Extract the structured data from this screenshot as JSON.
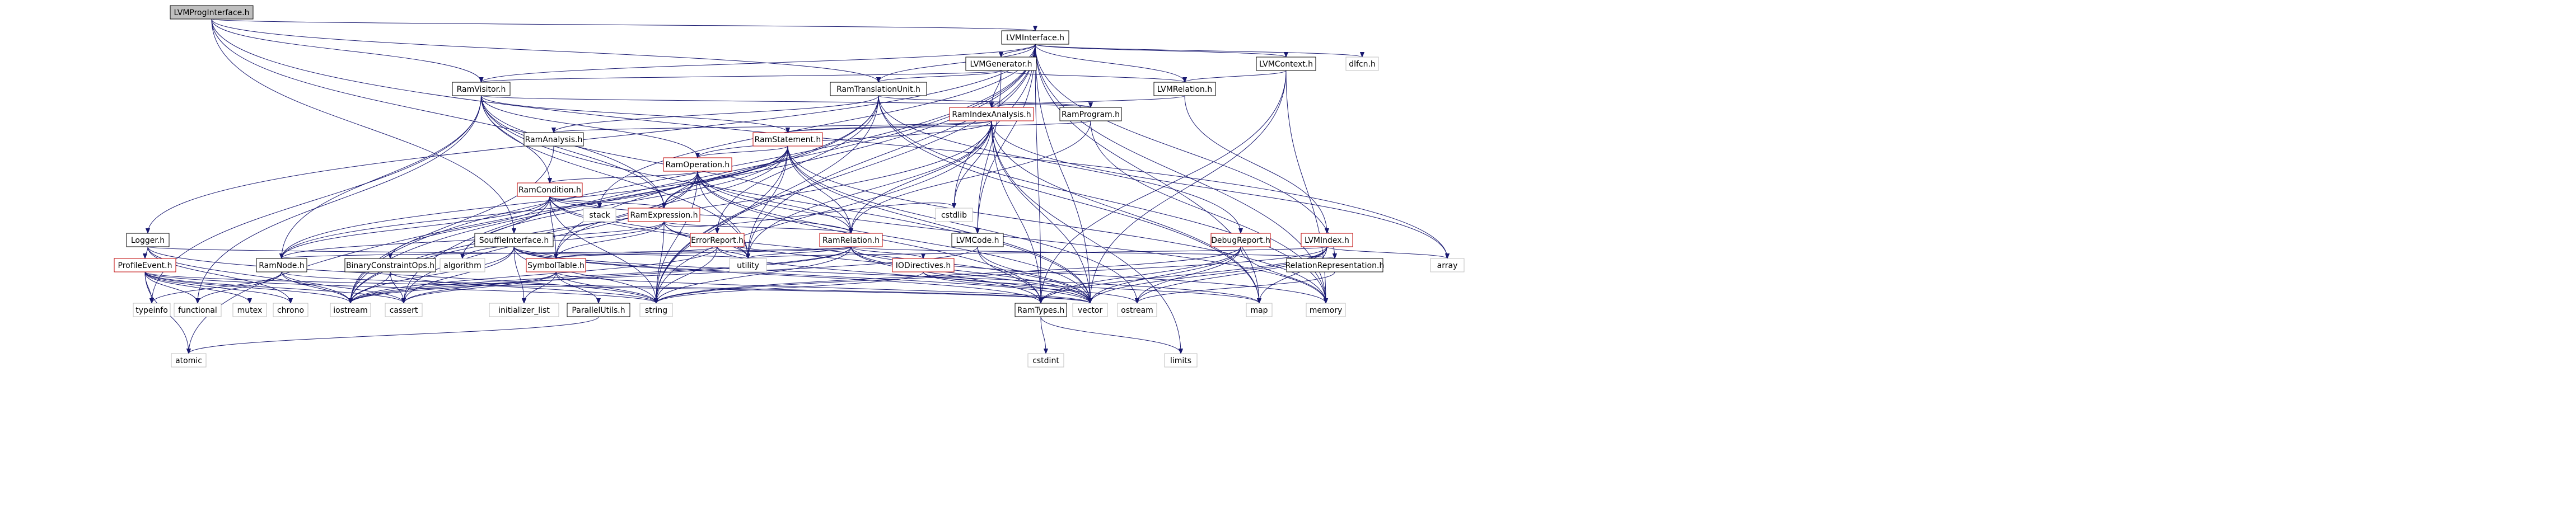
{
  "colors": {
    "root_fill": "#bfbfbf",
    "node_fill": "#ffffff",
    "stroke_red": "#bf0000",
    "stroke_black": "#000000",
    "stroke_grey": "#bfbfbf",
    "edge_blue": "#191970",
    "text": "#000000"
  },
  "nodes": [
    {
      "id": "root",
      "label": "LVMProgInterface.h",
      "kind": "root"
    },
    {
      "id": "lvminterface",
      "label": "LVMInterface.h",
      "kind": "doc"
    },
    {
      "id": "lvmgenerator",
      "label": "LVMGenerator.h",
      "kind": "doc"
    },
    {
      "id": "lvmcontext",
      "label": "LVMContext.h",
      "kind": "doc"
    },
    {
      "id": "dlfcn",
      "label": "dlfcn.h",
      "kind": "sys"
    },
    {
      "id": "ramvisitor",
      "label": "RamVisitor.h",
      "kind": "doc"
    },
    {
      "id": "ramtranslation",
      "label": "RamTranslationUnit.h",
      "kind": "doc"
    },
    {
      "id": "lvmrelation",
      "label": "LVMRelation.h",
      "kind": "doc"
    },
    {
      "id": "ramindexanalysis",
      "label": "RamIndexAnalysis.h",
      "kind": "red"
    },
    {
      "id": "ramprogram",
      "label": "RamProgram.h",
      "kind": "doc"
    },
    {
      "id": "ramanalysis",
      "label": "RamAnalysis.h",
      "kind": "doc"
    },
    {
      "id": "ramstatement",
      "label": "RamStatement.h",
      "kind": "red"
    },
    {
      "id": "ramoperation",
      "label": "RamOperation.h",
      "kind": "red"
    },
    {
      "id": "ramcondition",
      "label": "RamCondition.h",
      "kind": "red"
    },
    {
      "id": "ramexpression",
      "label": "RamExpression.h",
      "kind": "red"
    },
    {
      "id": "stack",
      "label": "stack",
      "kind": "sys"
    },
    {
      "id": "logger",
      "label": "Logger.h",
      "kind": "doc"
    },
    {
      "id": "profileevent",
      "label": "ProfileEvent.h",
      "kind": "red"
    },
    {
      "id": "ramnode",
      "label": "RamNode.h",
      "kind": "doc"
    },
    {
      "id": "binaryconstraint",
      "label": "BinaryConstraintOps.h",
      "kind": "doc"
    },
    {
      "id": "souffleinterface",
      "label": "SouffleInterface.h",
      "kind": "doc"
    },
    {
      "id": "symboltable",
      "label": "SymbolTable.h",
      "kind": "red"
    },
    {
      "id": "errorreport",
      "label": "ErrorReport.h",
      "kind": "red"
    },
    {
      "id": "ramrelation",
      "label": "RamRelation.h",
      "kind": "red"
    },
    {
      "id": "iodirectives",
      "label": "IODirectives.h",
      "kind": "red"
    },
    {
      "id": "lvmcode",
      "label": "LVMCode.h",
      "kind": "doc"
    },
    {
      "id": "cstdlib",
      "label": "cstdlib",
      "kind": "sys"
    },
    {
      "id": "debugreport",
      "label": "DebugReport.h",
      "kind": "red"
    },
    {
      "id": "lvmindex",
      "label": "LVMIndex.h",
      "kind": "red"
    },
    {
      "id": "relationrep",
      "label": "RelationRepresentation.h",
      "kind": "doc"
    },
    {
      "id": "array",
      "label": "array",
      "kind": "sys"
    },
    {
      "id": "algorithm",
      "label": "algorithm",
      "kind": "sys"
    },
    {
      "id": "utility",
      "label": "utility",
      "kind": "sys"
    },
    {
      "id": "ramtypes",
      "label": "RamTypes.h",
      "kind": "doc"
    },
    {
      "id": "paralleltutils",
      "label": "ParallelUtils.h",
      "kind": "doc"
    },
    {
      "id": "initlist",
      "label": "initializer_list",
      "kind": "sys"
    },
    {
      "id": "typeinfo",
      "label": "typeinfo",
      "kind": "sys"
    },
    {
      "id": "functional",
      "label": "functional",
      "kind": "sys"
    },
    {
      "id": "mutex",
      "label": "mutex",
      "kind": "sys"
    },
    {
      "id": "chrono",
      "label": "chrono",
      "kind": "sys"
    },
    {
      "id": "iostream",
      "label": "iostream",
      "kind": "sys"
    },
    {
      "id": "cassert",
      "label": "cassert",
      "kind": "sys"
    },
    {
      "id": "string",
      "label": "string",
      "kind": "sys"
    },
    {
      "id": "vector",
      "label": "vector",
      "kind": "sys"
    },
    {
      "id": "ostream",
      "label": "ostream",
      "kind": "sys"
    },
    {
      "id": "map",
      "label": "map",
      "kind": "sys"
    },
    {
      "id": "memory",
      "label": "memory",
      "kind": "sys"
    },
    {
      "id": "limits",
      "label": "limits",
      "kind": "sys"
    },
    {
      "id": "cstdint",
      "label": "cstdint",
      "kind": "sys"
    },
    {
      "id": "atomic",
      "label": "atomic",
      "kind": "sys"
    }
  ],
  "edges": [
    [
      "root",
      "lvminterface"
    ],
    [
      "root",
      "ramvisitor"
    ],
    [
      "root",
      "souffleinterface"
    ],
    [
      "root",
      "ramtranslation"
    ],
    [
      "root",
      "array"
    ],
    [
      "root",
      "ramexpression"
    ],
    [
      "lvminterface",
      "lvmgenerator"
    ],
    [
      "lvminterface",
      "lvmcontext"
    ],
    [
      "lvminterface",
      "dlfcn"
    ],
    [
      "lvminterface",
      "ramtranslation"
    ],
    [
      "lvminterface",
      "lvmrelation"
    ],
    [
      "lvminterface",
      "ramvisitor"
    ],
    [
      "lvminterface",
      "logger"
    ],
    [
      "lvminterface",
      "lvmcode"
    ],
    [
      "lvminterface",
      "relationrep"
    ],
    [
      "lvminterface",
      "ramtypes"
    ],
    [
      "lvminterface",
      "cstdlib"
    ],
    [
      "lvminterface",
      "atomic"
    ],
    [
      "lvminterface",
      "iostream"
    ],
    [
      "lvminterface",
      "cassert"
    ],
    [
      "lvminterface",
      "string"
    ],
    [
      "lvminterface",
      "vector"
    ],
    [
      "lvminterface",
      "map"
    ],
    [
      "lvminterface",
      "memory"
    ],
    [
      "lvminterface",
      "utility"
    ],
    [
      "lvminterface",
      "stack"
    ],
    [
      "lvmgenerator",
      "ramvisitor"
    ],
    [
      "lvmgenerator",
      "ramtranslation"
    ],
    [
      "lvmgenerator",
      "lvmrelation"
    ],
    [
      "lvmgenerator",
      "ramindexanalysis"
    ],
    [
      "lvmgenerator",
      "lvmcode"
    ],
    [
      "lvmcontext",
      "lvmrelation"
    ],
    [
      "lvmcontext",
      "ramtypes"
    ],
    [
      "lvmcontext",
      "vector"
    ],
    [
      "lvmcontext",
      "memory"
    ],
    [
      "lvmrelation",
      "lvmindex"
    ],
    [
      "lvmrelation",
      "ramindexanalysis"
    ],
    [
      "ramvisitor",
      "ramstatement"
    ],
    [
      "ramvisitor",
      "ramoperation"
    ],
    [
      "ramvisitor",
      "ramcondition"
    ],
    [
      "ramvisitor",
      "ramexpression"
    ],
    [
      "ramvisitor",
      "ramnode"
    ],
    [
      "ramvisitor",
      "ramprogram"
    ],
    [
      "ramvisitor",
      "ramrelation"
    ],
    [
      "ramvisitor",
      "typeinfo"
    ],
    [
      "ramvisitor",
      "functional"
    ],
    [
      "ramvisitor",
      "vector"
    ],
    [
      "ramvisitor",
      "utility"
    ],
    [
      "ramtranslation",
      "ramprogram"
    ],
    [
      "ramtranslation",
      "ramanalysis"
    ],
    [
      "ramtranslation",
      "symboltable"
    ],
    [
      "ramtranslation",
      "errorreport"
    ],
    [
      "ramtranslation",
      "debugreport"
    ],
    [
      "ramtranslation",
      "map"
    ],
    [
      "ramtranslation",
      "memory"
    ],
    [
      "ramtranslation",
      "string"
    ],
    [
      "ramtranslation",
      "iostream"
    ],
    [
      "ramindexanalysis",
      "ramanalysis"
    ],
    [
      "ramindexanalysis",
      "ramstatement"
    ],
    [
      "ramindexanalysis",
      "ramoperation"
    ],
    [
      "ramindexanalysis",
      "ramrelation"
    ],
    [
      "ramindexanalysis",
      "ramtypes"
    ],
    [
      "ramindexanalysis",
      "cstdlib"
    ],
    [
      "ramindexanalysis",
      "vector"
    ],
    [
      "ramindexanalysis",
      "map"
    ],
    [
      "ramindexanalysis",
      "array"
    ],
    [
      "ramindexanalysis",
      "limits"
    ],
    [
      "ramindexanalysis",
      "iostream"
    ],
    [
      "ramindexanalysis",
      "string"
    ],
    [
      "ramindexanalysis",
      "utility"
    ],
    [
      "ramprogram",
      "ramstatement"
    ],
    [
      "ramprogram",
      "ramrelation"
    ],
    [
      "ramprogram",
      "memory"
    ],
    [
      "ramanalysis",
      "iostream"
    ],
    [
      "ramstatement",
      "ramoperation"
    ],
    [
      "ramstatement",
      "ramrelation"
    ],
    [
      "ramstatement",
      "ramnode"
    ],
    [
      "ramstatement",
      "ramexpression"
    ],
    [
      "ramstatement",
      "symboltable"
    ],
    [
      "ramstatement",
      "algorithm"
    ],
    [
      "ramstatement",
      "vector"
    ],
    [
      "ramstatement",
      "memory"
    ],
    [
      "ramstatement",
      "ostream"
    ],
    [
      "ramstatement",
      "string"
    ],
    [
      "ramstatement",
      "utility"
    ],
    [
      "ramoperation",
      "ramcondition"
    ],
    [
      "ramoperation",
      "ramexpression"
    ],
    [
      "ramoperation",
      "ramrelation"
    ],
    [
      "ramoperation",
      "ramnode"
    ],
    [
      "ramoperation",
      "ramtypes"
    ],
    [
      "ramoperation",
      "iostream"
    ],
    [
      "ramoperation",
      "string"
    ],
    [
      "ramoperation",
      "vector"
    ],
    [
      "ramoperation",
      "memory"
    ],
    [
      "ramoperation",
      "utility"
    ],
    [
      "ramoperation",
      "cassert"
    ],
    [
      "ramcondition",
      "ramexpression"
    ],
    [
      "ramcondition",
      "ramnode"
    ],
    [
      "ramcondition",
      "ramrelation"
    ],
    [
      "ramcondition",
      "binaryconstraint"
    ],
    [
      "ramcondition",
      "symboltable"
    ],
    [
      "ramcondition",
      "stack"
    ],
    [
      "ramcondition",
      "algorithm"
    ],
    [
      "ramcondition",
      "string"
    ],
    [
      "ramcondition",
      "vector"
    ],
    [
      "ramcondition",
      "utility"
    ],
    [
      "ramexpression",
      "ramnode"
    ],
    [
      "ramexpression",
      "ramrelation"
    ],
    [
      "ramexpression",
      "symboltable"
    ],
    [
      "ramexpression",
      "cstdlib"
    ],
    [
      "ramexpression",
      "algorithm"
    ],
    [
      "ramexpression",
      "string"
    ],
    [
      "ramexpression",
      "vector"
    ],
    [
      "ramexpression",
      "utility"
    ],
    [
      "logger",
      "profileevent"
    ],
    [
      "logger",
      "chrono"
    ],
    [
      "logger",
      "iostream"
    ],
    [
      "logger",
      "string"
    ],
    [
      "logger",
      "utility"
    ],
    [
      "profileevent",
      "atomic"
    ],
    [
      "profileevent",
      "typeinfo"
    ],
    [
      "profileevent",
      "functional"
    ],
    [
      "profileevent",
      "mutex"
    ],
    [
      "profileevent",
      "chrono"
    ],
    [
      "profileevent",
      "iostream"
    ],
    [
      "profileevent",
      "cassert"
    ],
    [
      "profileevent",
      "string"
    ],
    [
      "profileevent",
      "vector"
    ],
    [
      "ramnode",
      "typeinfo"
    ],
    [
      "ramnode",
      "functional"
    ],
    [
      "ramnode",
      "iostream"
    ],
    [
      "ramnode",
      "cassert"
    ],
    [
      "ramnode",
      "vector"
    ],
    [
      "binaryconstraint",
      "cassert"
    ],
    [
      "binaryconstraint",
      "iostream"
    ],
    [
      "binaryconstraint",
      "string"
    ],
    [
      "souffleinterface",
      "ramtypes"
    ],
    [
      "souffleinterface",
      "symboltable"
    ],
    [
      "souffleinterface",
      "initlist"
    ],
    [
      "souffleinterface",
      "iostream"
    ],
    [
      "souffleinterface",
      "string"
    ],
    [
      "souffleinterface",
      "vector"
    ],
    [
      "souffleinterface",
      "cassert"
    ],
    [
      "souffleinterface",
      "map"
    ],
    [
      "symboltable",
      "paralleltutils"
    ],
    [
      "symboltable",
      "initlist"
    ],
    [
      "symboltable",
      "string"
    ],
    [
      "symboltable",
      "iostream"
    ],
    [
      "symboltable",
      "vector"
    ],
    [
      "symboltable",
      "cassert"
    ],
    [
      "errorreport",
      "symboltable"
    ],
    [
      "errorreport",
      "string"
    ],
    [
      "errorreport",
      "iostream"
    ],
    [
      "errorreport",
      "vector"
    ],
    [
      "errorreport",
      "utility"
    ],
    [
      "ramrelation",
      "ramnode"
    ],
    [
      "ramrelation",
      "ramtypes"
    ],
    [
      "ramrelation",
      "relationrep"
    ],
    [
      "ramrelation",
      "symboltable"
    ],
    [
      "ramrelation",
      "iodirectives"
    ],
    [
      "ramrelation",
      "utility"
    ],
    [
      "ramrelation",
      "cassert"
    ],
    [
      "ramrelation",
      "string"
    ],
    [
      "ramrelation",
      "vector"
    ],
    [
      "ramrelation",
      "memory"
    ],
    [
      "ramrelation",
      "iostream"
    ],
    [
      "iodirectives",
      "map"
    ],
    [
      "iodirectives",
      "string"
    ],
    [
      "iodirectives",
      "ostream"
    ],
    [
      "lvmcode",
      "ramtypes"
    ],
    [
      "lvmcode",
      "iostream"
    ],
    [
      "lvmcode",
      "vector"
    ],
    [
      "debugreport",
      "ramtypes"
    ],
    [
      "debugreport",
      "ostream"
    ],
    [
      "debugreport",
      "string"
    ],
    [
      "debugreport",
      "vector"
    ],
    [
      "debugreport",
      "memory"
    ],
    [
      "lvmindex",
      "ramtypes"
    ],
    [
      "lvmindex",
      "array"
    ],
    [
      "lvmindex",
      "string"
    ],
    [
      "lvmindex",
      "vector"
    ],
    [
      "lvmindex",
      "utility"
    ],
    [
      "lvmindex",
      "map"
    ],
    [
      "lvmindex",
      "ostream"
    ],
    [
      "relationrep",
      "ostream"
    ],
    [
      "ramtypes",
      "limits"
    ],
    [
      "ramtypes",
      "cstdint"
    ],
    [
      "paralleltutils",
      "atomic"
    ]
  ]
}
